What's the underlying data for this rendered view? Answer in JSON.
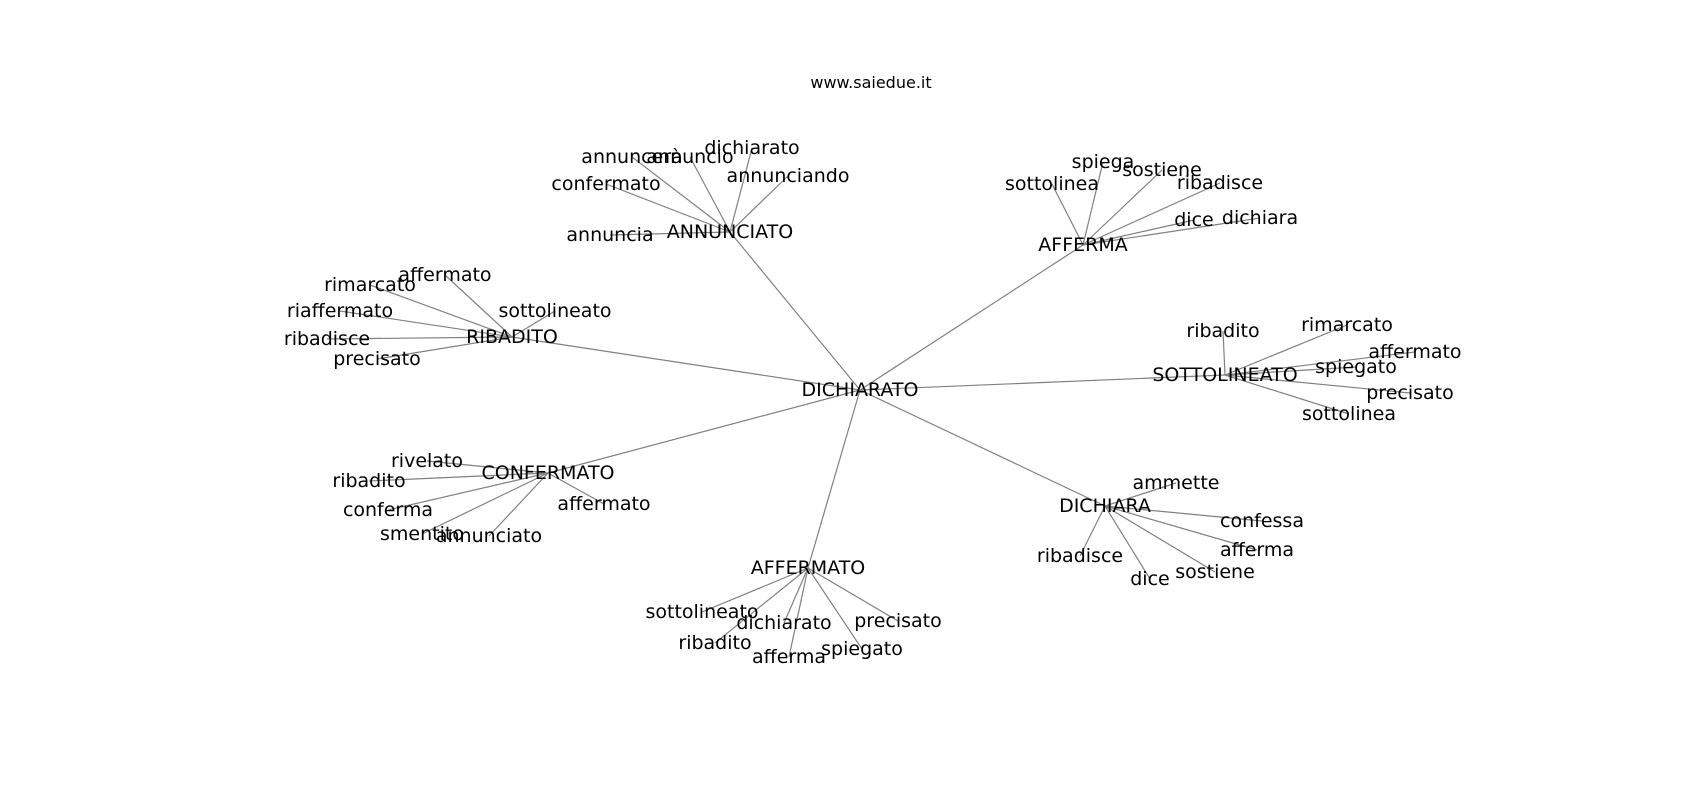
{
  "title": "www.saiedue.it",
  "graph": {
    "root": "DICHIARATO",
    "clusters": [
      {
        "label": "ANNUNCIATO",
        "leaves": [
          "annuncerà",
          "annuncio",
          "dichiarato",
          "annunciando",
          "confermato",
          "annuncia"
        ]
      },
      {
        "label": "AFFERMA",
        "leaves": [
          "spiega",
          "sostiene",
          "sottolinea",
          "ribadisce",
          "dice",
          "dichiara"
        ]
      },
      {
        "label": "RIBADITO",
        "leaves": [
          "affermato",
          "rimarcato",
          "riaffermato",
          "sottolineato",
          "ribadisce",
          "precisato"
        ]
      },
      {
        "label": "SOTTOLINEATO",
        "leaves": [
          "ribadito",
          "rimarcato",
          "affermato",
          "spiegato",
          "precisato",
          "sottolinea"
        ]
      },
      {
        "label": "CONFERMATO",
        "leaves": [
          "rivelato",
          "ribadito",
          "conferma",
          "smentito",
          "annunciato",
          "affermato"
        ]
      },
      {
        "label": "DICHIARA",
        "leaves": [
          "ammette",
          "confessa",
          "afferma",
          "sostiene",
          "ribadisce",
          "dice"
        ]
      },
      {
        "label": "AFFERMATO",
        "leaves": [
          "sottolineato",
          "dichiarato",
          "precisato",
          "ribadito",
          "spiegato",
          "afferma"
        ]
      }
    ]
  }
}
